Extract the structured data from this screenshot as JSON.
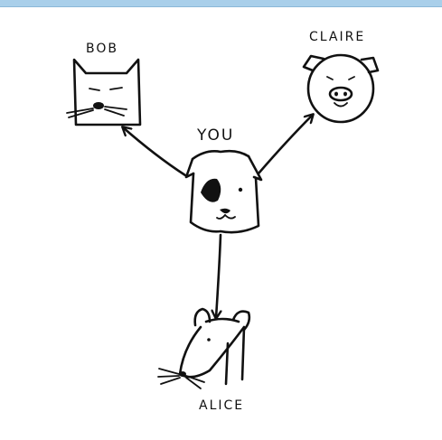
{
  "header_bar": {
    "text": ""
  },
  "nodes": {
    "center": {
      "label": "YOU",
      "animal": "dog"
    },
    "top_left": {
      "label": "BOB",
      "animal": "cat"
    },
    "top_right": {
      "label": "CLAIRE",
      "animal": "pig"
    },
    "bottom": {
      "label": "ALICE",
      "animal": "rat"
    }
  },
  "edges": [
    {
      "from": "YOU",
      "to": "BOB"
    },
    {
      "from": "YOU",
      "to": "CLAIRE"
    },
    {
      "from": "YOU",
      "to": "ALICE"
    }
  ],
  "colors": {
    "ink": "#111111",
    "header_bar": "#a9cfea",
    "background": "#ffffff"
  }
}
